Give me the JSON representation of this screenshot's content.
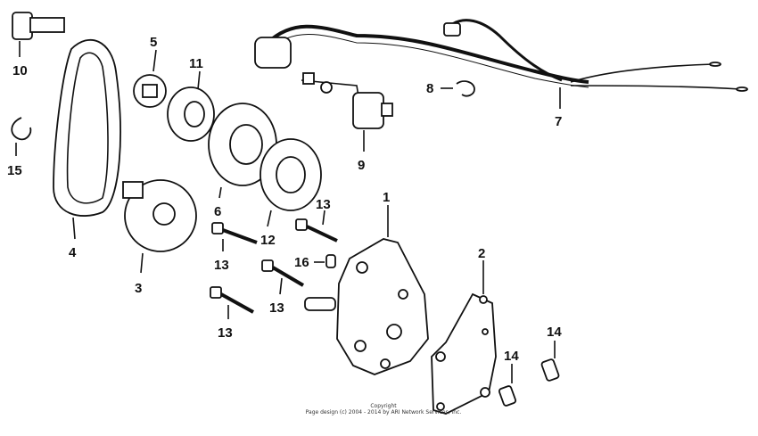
{
  "diagram": {
    "callouts": [
      {
        "id": "c10",
        "label": "10"
      },
      {
        "id": "c5",
        "label": "5"
      },
      {
        "id": "c11",
        "label": "11"
      },
      {
        "id": "c15",
        "label": "15"
      },
      {
        "id": "c6",
        "label": "6"
      },
      {
        "id": "c12",
        "label": "12"
      },
      {
        "id": "c4",
        "label": "4"
      },
      {
        "id": "c3",
        "label": "3"
      },
      {
        "id": "c13a",
        "label": "13"
      },
      {
        "id": "c13b",
        "label": "13"
      },
      {
        "id": "c13c",
        "label": "13"
      },
      {
        "id": "c13d",
        "label": "13"
      },
      {
        "id": "c16",
        "label": "16"
      },
      {
        "id": "c1",
        "label": "1"
      },
      {
        "id": "c2",
        "label": "2"
      },
      {
        "id": "c9",
        "label": "9"
      },
      {
        "id": "c8",
        "label": "8"
      },
      {
        "id": "c7",
        "label": "7"
      },
      {
        "id": "c14a",
        "label": "14"
      },
      {
        "id": "c14b",
        "label": "14"
      }
    ]
  },
  "footer": {
    "copyright_line1": "Copyright",
    "copyright_line2": "Page design (c) 2004 - 2014 by ARI Network Services, Inc."
  }
}
